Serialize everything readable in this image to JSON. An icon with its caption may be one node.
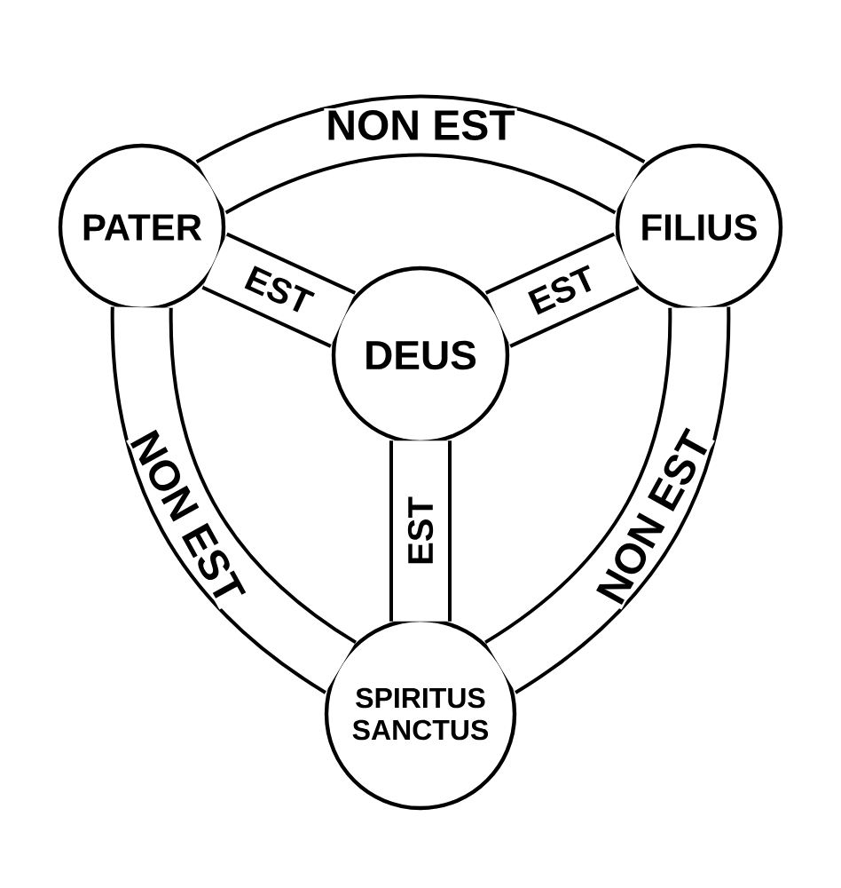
{
  "diagram": {
    "nodes": [
      {
        "text": [
          "PATER"
        ]
      },
      {
        "text": [
          "FILIUS"
        ]
      },
      {
        "text": [
          "DEUS"
        ]
      },
      {
        "text": [
          "SPIRITUS SANCTUS"
        ]
      }
    ],
    "edges": [
      {
        "from": 0,
        "to": 1,
        "arrow": "none",
        "label": "NON EST"
      },
      {
        "from": 0,
        "to": 2,
        "arrow": "none",
        "label": "EST"
      },
      {
        "from": 2,
        "to": 1,
        "arrow": "none",
        "label": "EST"
      },
      {
        "from": 3,
        "to": 2,
        "arrow": "none",
        "label": "EST"
      },
      {
        "from": 3,
        "to": 0,
        "arrow": "none",
        "label": "NON EST"
      },
      {
        "from": 1,
        "to": 3,
        "arrow": "none",
        "label": "NON EST"
      }
    ]
  }
}
